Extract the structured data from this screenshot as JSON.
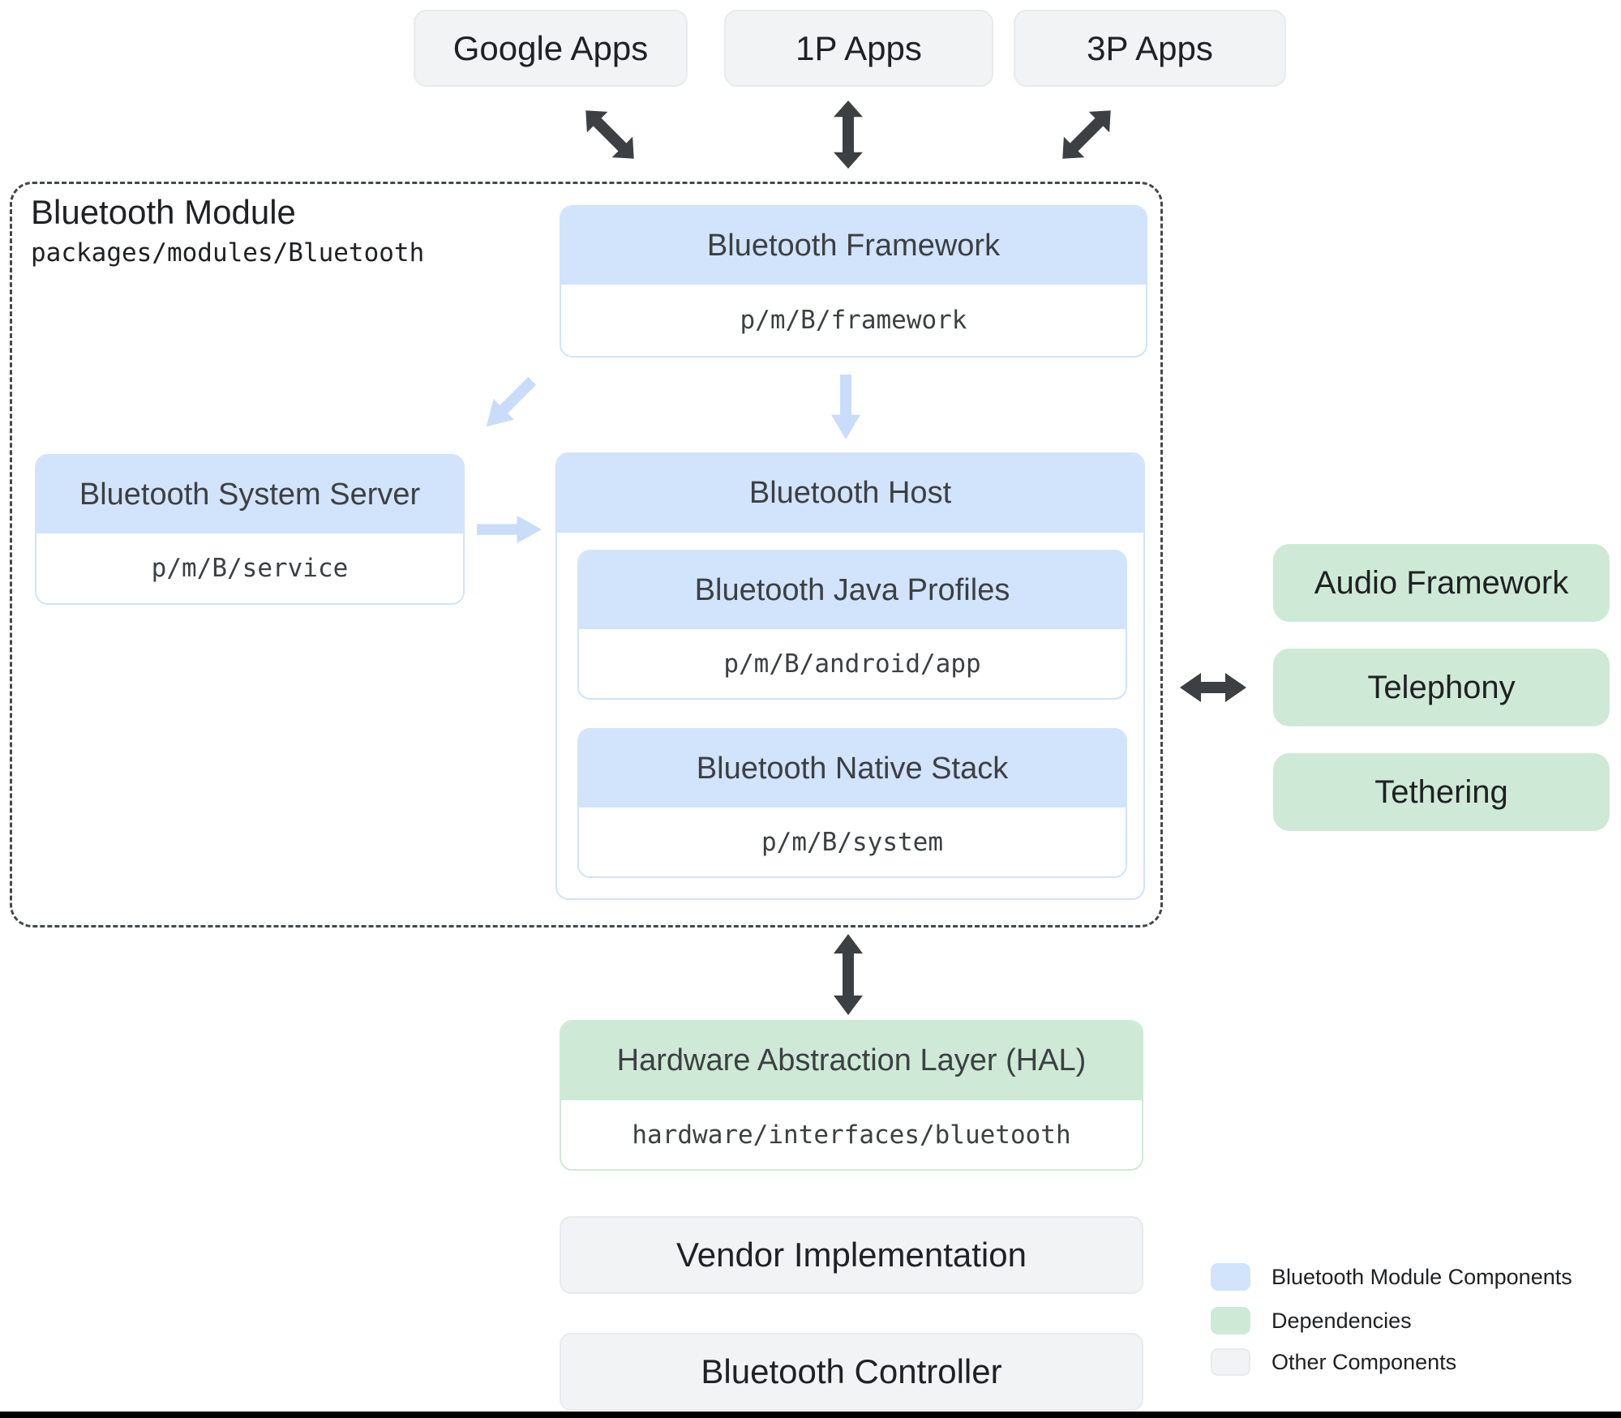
{
  "top_apps": [
    {
      "label": "Google Apps"
    },
    {
      "label": "1P Apps"
    },
    {
      "label": "3P Apps"
    }
  ],
  "module": {
    "title": "Bluetooth Module",
    "path": "packages/modules/Bluetooth",
    "framework": {
      "title": "Bluetooth Framework",
      "path": "p/m/B/framework"
    },
    "system_server": {
      "title": "Bluetooth System Server",
      "path": "p/m/B/service"
    },
    "host": {
      "title": "Bluetooth Host",
      "java_profiles": {
        "title": "Bluetooth Java Profiles",
        "path": "p/m/B/android/app"
      },
      "native_stack": {
        "title": "Bluetooth Native Stack",
        "path": "p/m/B/system"
      }
    }
  },
  "dependencies": [
    {
      "label": "Audio Framework"
    },
    {
      "label": "Telephony"
    },
    {
      "label": "Tethering"
    }
  ],
  "hal": {
    "title": "Hardware Abstraction Layer (HAL)",
    "path": "hardware/interfaces/bluetooth"
  },
  "other_components": [
    {
      "label": "Vendor Implementation"
    },
    {
      "label": "Bluetooth Controller"
    }
  ],
  "legend": [
    {
      "label": "Bluetooth Module Components",
      "color": "#d2e3fc"
    },
    {
      "label": "Dependencies",
      "color": "#ceead6"
    },
    {
      "label": "Other Components",
      "color": "#f1f3f4"
    }
  ],
  "colors": {
    "blue": "#d2e3fc",
    "green": "#ceead6",
    "gray": "#f1f3f4",
    "gray-border": "#e8eaed",
    "arrow-dark": "#3c4043",
    "arrow-blue": "#c9ddfa",
    "dash": "#44484d",
    "text-dark": "#202124",
    "text-gray": "#3c4043"
  }
}
